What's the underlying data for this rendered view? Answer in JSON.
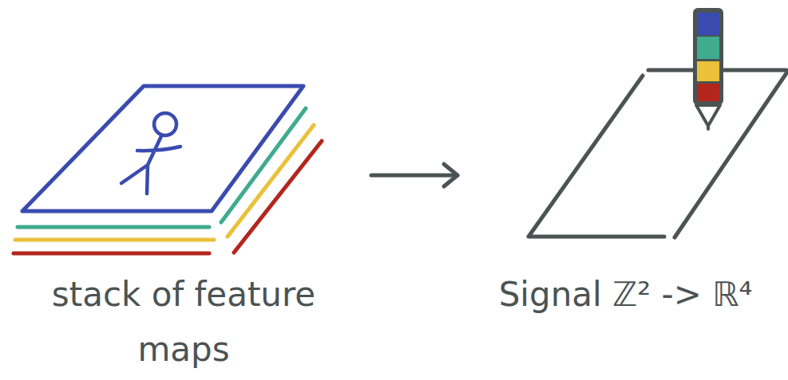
{
  "diagram": {
    "nodes": [
      {
        "text": [
          "stack of feature maps"
        ]
      },
      {
        "text": [
          "Signal ℤ² -> ℝ⁴"
        ]
      }
    ],
    "edges": [
      {
        "from": 0,
        "to": 1,
        "arrow": "to"
      }
    ]
  }
}
